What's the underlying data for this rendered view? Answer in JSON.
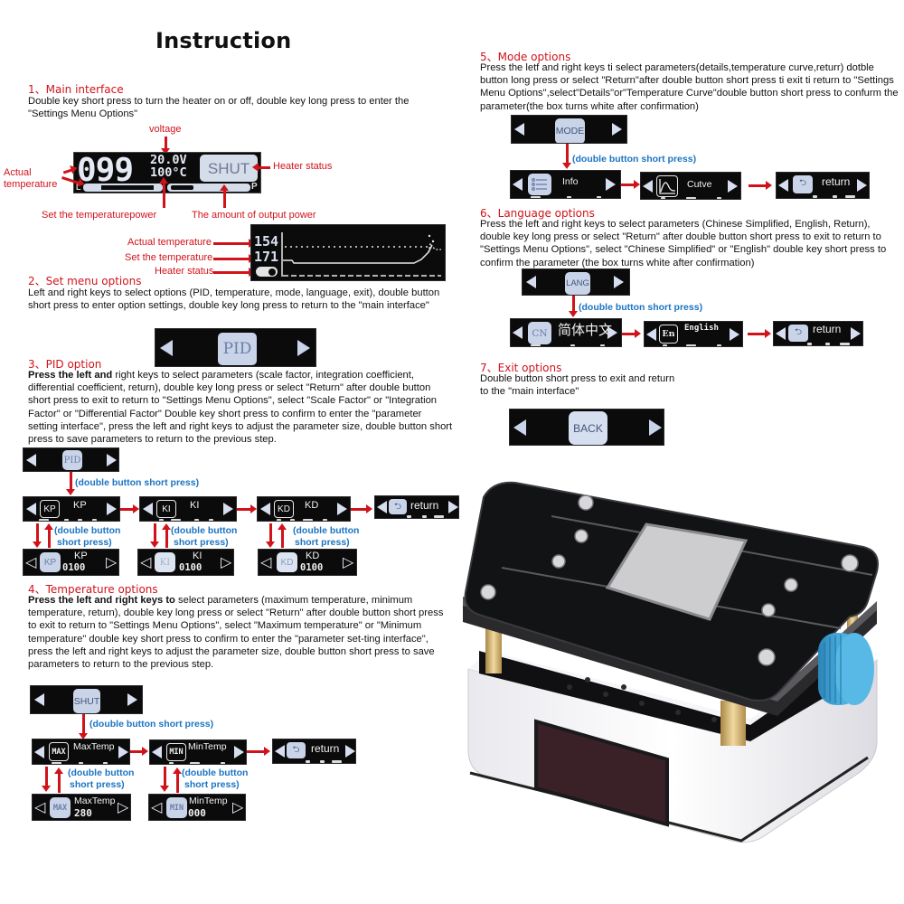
{
  "title": "Instruction",
  "sections": {
    "main_interface": {
      "heading": "1、Main interface",
      "body": "Double key short press to turn the heater on or off, double key long press to enter the \"Settings Menu Options\"",
      "screen1": {
        "temp": "099",
        "voltage": "20.0V",
        "set_temp": "100°C",
        "status": "SHUT",
        "left_marker": "L",
        "right_marker": "P"
      },
      "labels": {
        "voltage": "voltage",
        "actual_temperature": "Actual temperature",
        "heater_status": "Heater status",
        "set_temperature_power": "Set the temperaturepower",
        "output_power": "The amount of output power"
      },
      "screen2": {
        "actual": "154",
        "set": "171"
      },
      "labels2": {
        "actual_temperature": "Actual temperature",
        "set_temperature": "Set the temperature",
        "heater_status": "Heater status"
      }
    },
    "set_menu": {
      "heading": "2、Set menu options",
      "body": "Left and right keys to select options (PID, temperature, mode, language, exit), double button short press to enter option settings, double key long press to return to the \"main interface\"",
      "screen_label": "PID"
    },
    "pid": {
      "heading": "3、PID option",
      "body_bold": "Press the left and",
      "body": " right keys to select parameters (scale factor, integration coefficient, differential coefficient, return), double key long press or select \"Return\" after double button short press to exit to return to \"Settings Menu Options\", select \"Scale Factor\" or \"Integration Factor\" or \"Differential Factor\" Double key short press to confirm to enter the \"parameter setting interface\", press the left and right keys to adjust the parameter size, double button short press to save parameters to return to the previous step.",
      "top_screen": "PID",
      "press_label": "(double button short press)",
      "press_label_2a": "(double button",
      "press_label_2b": "short press)",
      "items": [
        {
          "icon": "KP",
          "label": "KP",
          "value": "0100"
        },
        {
          "icon": "KI",
          "label": "KI",
          "value": "0100"
        },
        {
          "icon": "KD",
          "label": "KD",
          "value": "0100"
        }
      ],
      "return_label": "return"
    },
    "temperature": {
      "heading": "4、Temperature options",
      "body_bold": "Press the left and right keys to",
      "body": " select parameters (maximum temperature, minimum temperature, return), double key long press or select \"Return\" after double button short press to exit to return to \"Settings Menu Options\", select \"Maximum temperature\" or \"Minimum temperature\" double key short press to confirm to enter the \"parameter set-ting interface\", press the left and right keys to adjust the parameter size, double button short press to save parameters to return to the previous step.",
      "top_screen": "SHUT",
      "press_label": "(double button short press)",
      "press_label_2a": "(double button",
      "press_label_2b": "short press)",
      "items": [
        {
          "icon": "MAX",
          "label": "MaxTemp",
          "value": "280"
        },
        {
          "icon": "MIN",
          "label": "MinTemp",
          "value": "000"
        }
      ],
      "return_label": "return"
    },
    "mode": {
      "heading": "5、Mode options",
      "body": "Press the letf and right keys ti select parameters(details,temperature curve,returr) dotble button long press or select \"Return\"after double button short press ti exit ti return to \"Settings Menu Options\",select\"Details\"or\"Temperature Curve\"double button short press to confurm the parameter(the box turns white after confirmation)",
      "top_screen": "MODE",
      "press_label": "(double button short press)",
      "items": [
        {
          "label": "Info"
        },
        {
          "label": "Cutve"
        }
      ],
      "return_label": "return"
    },
    "language": {
      "heading": "6、Language options",
      "body": "Press the left and right keys to select parameters (Chinese Simplified, English, Return), double key long press or select \"Return\" after double button short press to exit to return to \"Settings Menu Options\", select \"Chinese Simplified\" or \"English\" double key short press to confirm the parameter (the box turns white after confirmation)",
      "top_screen": "LANG",
      "press_label": "(double button short press)",
      "items": [
        {
          "icon": "CN",
          "label": "简体中文"
        },
        {
          "icon": "En",
          "label": "English"
        }
      ],
      "return_label": "return"
    },
    "exit": {
      "heading": "7、Exit options",
      "body": "Double button short press to exit and return to the \"main interface\"",
      "screen_label": "BACK"
    }
  },
  "product": {
    "description": "Mini preheating station: white aluminum base with OLED display window, black top plate with screws, blue adjustment knob",
    "colors": {
      "base": "#f3f3f5",
      "plate": "#111214",
      "knob": "#3a9fd0",
      "brass": "#c9a45a"
    }
  },
  "colors": {
    "heading_red": "#d0131b",
    "label_blue": "#1b74c2",
    "oled_bg": "#0b0b0c",
    "tile": "#c9d4e8"
  }
}
